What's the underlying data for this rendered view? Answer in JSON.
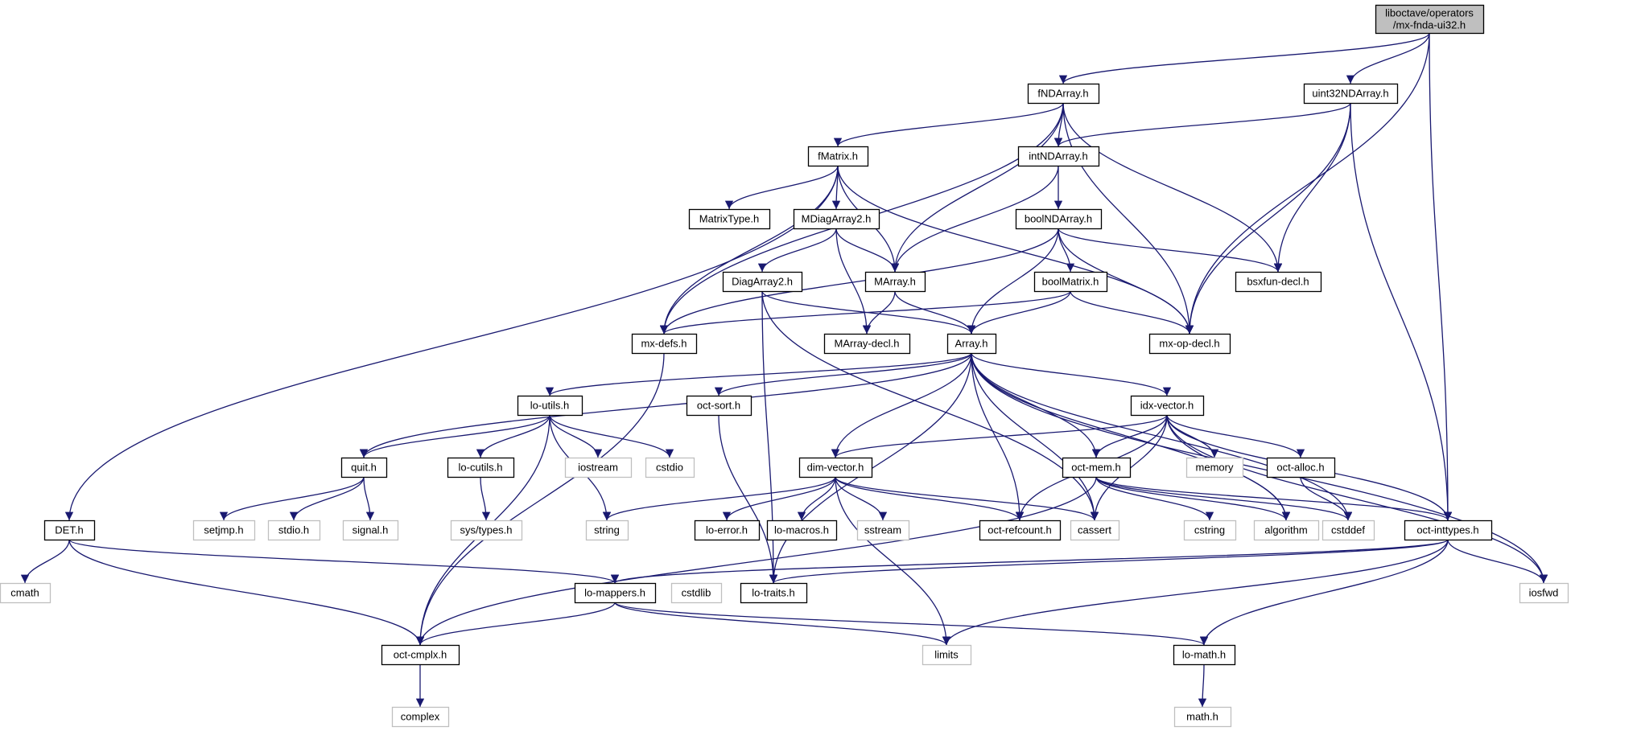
{
  "colors": {
    "edge": "#191970",
    "root_fill": "#bfbfbf",
    "external_border": "#bfbfbf",
    "documented_border": "#000000"
  },
  "nodes": [
    {
      "id": "root",
      "label": "liboctave/operators\n/mx-fnda-ui32.h",
      "kind": "root"
    },
    {
      "id": "fNDArray",
      "label": "fNDArray.h",
      "kind": "doc"
    },
    {
      "id": "uint32NDArray",
      "label": "uint32NDArray.h",
      "kind": "doc"
    },
    {
      "id": "fMatrix",
      "label": "fMatrix.h",
      "kind": "doc"
    },
    {
      "id": "intNDArray",
      "label": "intNDArray.h",
      "kind": "doc"
    },
    {
      "id": "MatrixType",
      "label": "MatrixType.h",
      "kind": "doc"
    },
    {
      "id": "MDiagArray2",
      "label": "MDiagArray2.h",
      "kind": "doc"
    },
    {
      "id": "boolNDArray",
      "label": "boolNDArray.h",
      "kind": "doc"
    },
    {
      "id": "DiagArray2",
      "label": "DiagArray2.h",
      "kind": "doc"
    },
    {
      "id": "MArray",
      "label": "MArray.h",
      "kind": "doc"
    },
    {
      "id": "boolMatrix",
      "label": "boolMatrix.h",
      "kind": "doc"
    },
    {
      "id": "bsxfun",
      "label": "bsxfun-decl.h",
      "kind": "doc"
    },
    {
      "id": "mxdefs",
      "label": "mx-defs.h",
      "kind": "doc"
    },
    {
      "id": "MArraydecl",
      "label": "MArray-decl.h",
      "kind": "doc"
    },
    {
      "id": "Array",
      "label": "Array.h",
      "kind": "doc"
    },
    {
      "id": "mxopdecl",
      "label": "mx-op-decl.h",
      "kind": "doc"
    },
    {
      "id": "loutils",
      "label": "lo-utils.h",
      "kind": "doc"
    },
    {
      "id": "octsort",
      "label": "oct-sort.h",
      "kind": "doc"
    },
    {
      "id": "idxvector",
      "label": "idx-vector.h",
      "kind": "doc"
    },
    {
      "id": "quit",
      "label": "quit.h",
      "kind": "doc"
    },
    {
      "id": "locutils",
      "label": "lo-cutils.h",
      "kind": "doc"
    },
    {
      "id": "iostream",
      "label": "iostream",
      "kind": "ext"
    },
    {
      "id": "cstdio",
      "label": "cstdio",
      "kind": "ext"
    },
    {
      "id": "dimvector",
      "label": "dim-vector.h",
      "kind": "doc"
    },
    {
      "id": "octmem",
      "label": "oct-mem.h",
      "kind": "doc"
    },
    {
      "id": "memory",
      "label": "memory",
      "kind": "ext"
    },
    {
      "id": "octalloc",
      "label": "oct-alloc.h",
      "kind": "doc"
    },
    {
      "id": "DET",
      "label": "DET.h",
      "kind": "doc"
    },
    {
      "id": "setjmp",
      "label": "setjmp.h",
      "kind": "ext"
    },
    {
      "id": "stdio",
      "label": "stdio.h",
      "kind": "ext"
    },
    {
      "id": "signal",
      "label": "signal.h",
      "kind": "ext"
    },
    {
      "id": "systypes",
      "label": "sys/types.h",
      "kind": "ext"
    },
    {
      "id": "string",
      "label": "string",
      "kind": "ext"
    },
    {
      "id": "loerror",
      "label": "lo-error.h",
      "kind": "doc"
    },
    {
      "id": "lomacros",
      "label": "lo-macros.h",
      "kind": "doc"
    },
    {
      "id": "sstream",
      "label": "sstream",
      "kind": "ext"
    },
    {
      "id": "octrefcount",
      "label": "oct-refcount.h",
      "kind": "doc"
    },
    {
      "id": "cassert",
      "label": "cassert",
      "kind": "ext"
    },
    {
      "id": "cstring",
      "label": "cstring",
      "kind": "ext"
    },
    {
      "id": "algorithm",
      "label": "algorithm",
      "kind": "ext"
    },
    {
      "id": "cstddef",
      "label": "cstddef",
      "kind": "ext"
    },
    {
      "id": "octinttypes",
      "label": "oct-inttypes.h",
      "kind": "doc"
    },
    {
      "id": "cmath",
      "label": "cmath",
      "kind": "ext"
    },
    {
      "id": "lomappers",
      "label": "lo-mappers.h",
      "kind": "doc"
    },
    {
      "id": "cstdlib",
      "label": "cstdlib",
      "kind": "ext"
    },
    {
      "id": "lotraits",
      "label": "lo-traits.h",
      "kind": "doc"
    },
    {
      "id": "iosfwd",
      "label": "iosfwd",
      "kind": "ext"
    },
    {
      "id": "octcmplx",
      "label": "oct-cmplx.h",
      "kind": "doc"
    },
    {
      "id": "limits",
      "label": "limits",
      "kind": "ext"
    },
    {
      "id": "lomath",
      "label": "lo-math.h",
      "kind": "doc"
    },
    {
      "id": "complex",
      "label": "complex",
      "kind": "ext"
    },
    {
      "id": "mathh",
      "label": "math.h",
      "kind": "ext"
    }
  ],
  "edges": [
    [
      "root",
      "fNDArray"
    ],
    [
      "root",
      "uint32NDArray"
    ],
    [
      "root",
      "mxopdecl"
    ],
    [
      "root",
      "octinttypes"
    ],
    [
      "fNDArray",
      "fMatrix"
    ],
    [
      "fNDArray",
      "intNDArray"
    ],
    [
      "fNDArray",
      "MArray"
    ],
    [
      "fNDArray",
      "mxdefs"
    ],
    [
      "fNDArray",
      "bsxfun"
    ],
    [
      "fNDArray",
      "mxopdecl"
    ],
    [
      "uint32NDArray",
      "intNDArray"
    ],
    [
      "uint32NDArray",
      "bsxfun"
    ],
    [
      "uint32NDArray",
      "mxopdecl"
    ],
    [
      "uint32NDArray",
      "octinttypes"
    ],
    [
      "fMatrix",
      "MatrixType"
    ],
    [
      "fMatrix",
      "MDiagArray2"
    ],
    [
      "fMatrix",
      "MArray"
    ],
    [
      "fMatrix",
      "mxdefs"
    ],
    [
      "fMatrix",
      "mxopdecl"
    ],
    [
      "fMatrix",
      "DET"
    ],
    [
      "intNDArray",
      "boolNDArray"
    ],
    [
      "intNDArray",
      "MArray"
    ],
    [
      "MDiagArray2",
      "DiagArray2"
    ],
    [
      "MDiagArray2",
      "MArray"
    ],
    [
      "MDiagArray2",
      "MArraydecl"
    ],
    [
      "boolNDArray",
      "boolMatrix"
    ],
    [
      "boolNDArray",
      "Array"
    ],
    [
      "boolNDArray",
      "mxdefs"
    ],
    [
      "boolNDArray",
      "bsxfun"
    ],
    [
      "boolNDArray",
      "mxopdecl"
    ],
    [
      "boolMatrix",
      "Array"
    ],
    [
      "boolMatrix",
      "mxdefs"
    ],
    [
      "boolMatrix",
      "mxopdecl"
    ],
    [
      "DiagArray2",
      "Array"
    ],
    [
      "DiagArray2",
      "cassert"
    ],
    [
      "DiagArray2",
      "lotraits"
    ],
    [
      "MArray",
      "Array"
    ],
    [
      "MArray",
      "MArraydecl"
    ],
    [
      "mxdefs",
      "octcmplx"
    ],
    [
      "Array",
      "loutils"
    ],
    [
      "Array",
      "octsort"
    ],
    [
      "Array",
      "idxvector"
    ],
    [
      "Array",
      "quit"
    ],
    [
      "Array",
      "dimvector"
    ],
    [
      "Array",
      "octmem"
    ],
    [
      "Array",
      "octrefcount"
    ],
    [
      "Array",
      "cassert"
    ],
    [
      "Array",
      "algorithm"
    ],
    [
      "Array",
      "cstddef"
    ],
    [
      "Array",
      "iosfwd"
    ],
    [
      "Array",
      "lotraits"
    ],
    [
      "loutils",
      "quit"
    ],
    [
      "loutils",
      "locutils"
    ],
    [
      "loutils",
      "iostream"
    ],
    [
      "loutils",
      "cstdio"
    ],
    [
      "loutils",
      "string"
    ],
    [
      "loutils",
      "octcmplx"
    ],
    [
      "octsort",
      "lotraits"
    ],
    [
      "idxvector",
      "dimvector"
    ],
    [
      "idxvector",
      "octmem"
    ],
    [
      "idxvector",
      "memory"
    ],
    [
      "idxvector",
      "octalloc"
    ],
    [
      "idxvector",
      "octinttypes"
    ],
    [
      "idxvector",
      "octrefcount"
    ],
    [
      "idxvector",
      "cassert"
    ],
    [
      "idxvector",
      "algorithm"
    ],
    [
      "idxvector",
      "iosfwd"
    ],
    [
      "quit",
      "setjmp"
    ],
    [
      "quit",
      "stdio"
    ],
    [
      "quit",
      "signal"
    ],
    [
      "locutils",
      "systypes"
    ],
    [
      "dimvector",
      "string"
    ],
    [
      "dimvector",
      "loerror"
    ],
    [
      "dimvector",
      "lomacros"
    ],
    [
      "dimvector",
      "sstream"
    ],
    [
      "dimvector",
      "octrefcount"
    ],
    [
      "dimvector",
      "cassert"
    ],
    [
      "dimvector",
      "limits"
    ],
    [
      "octmem",
      "cstring"
    ],
    [
      "octmem",
      "algorithm"
    ],
    [
      "octmem",
      "cstddef"
    ],
    [
      "octmem",
      "octinttypes"
    ],
    [
      "octmem",
      "octcmplx"
    ],
    [
      "octalloc",
      "cstddef"
    ],
    [
      "DET",
      "cmath"
    ],
    [
      "DET",
      "lomappers"
    ],
    [
      "DET",
      "octcmplx"
    ],
    [
      "octinttypes",
      "lomappers"
    ],
    [
      "octinttypes",
      "lotraits"
    ],
    [
      "octinttypes",
      "iosfwd"
    ],
    [
      "octinttypes",
      "limits"
    ],
    [
      "octinttypes",
      "lomath"
    ],
    [
      "lomappers",
      "octcmplx"
    ],
    [
      "lomappers",
      "limits"
    ],
    [
      "lomappers",
      "lomath"
    ],
    [
      "octcmplx",
      "complex"
    ],
    [
      "lomath",
      "mathh"
    ]
  ]
}
